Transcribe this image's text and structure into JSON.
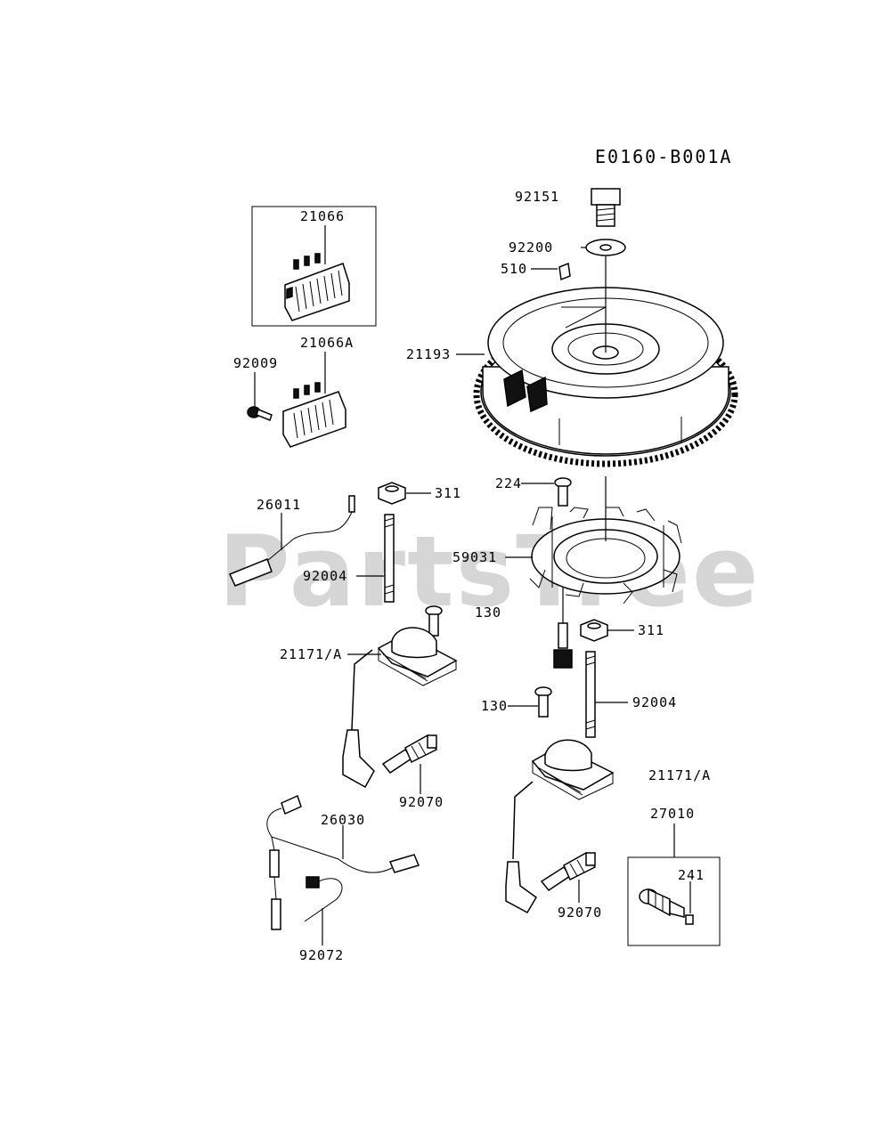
{
  "diagram": {
    "code": "E0160-B001A",
    "watermark": "PartsTree",
    "labels": {
      "p92151": "92151",
      "p92200": "92200",
      "p510": "510",
      "p21066": "21066",
      "p21066A": "21066A",
      "p92009": "92009",
      "p21193": "21193",
      "p224": "224",
      "p26011": "26011",
      "p311a": "311",
      "p59031": "59031",
      "p92004a": "92004",
      "p130a": "130",
      "p311b": "311",
      "p21171a": "21171/A",
      "p130b": "130",
      "p92004b": "92004",
      "p92070a": "92070",
      "p21171b": "21171/A",
      "p26030": "26030",
      "p27010": "27010",
      "p241": "241",
      "p92070b": "92070",
      "p92072": "92072"
    }
  }
}
